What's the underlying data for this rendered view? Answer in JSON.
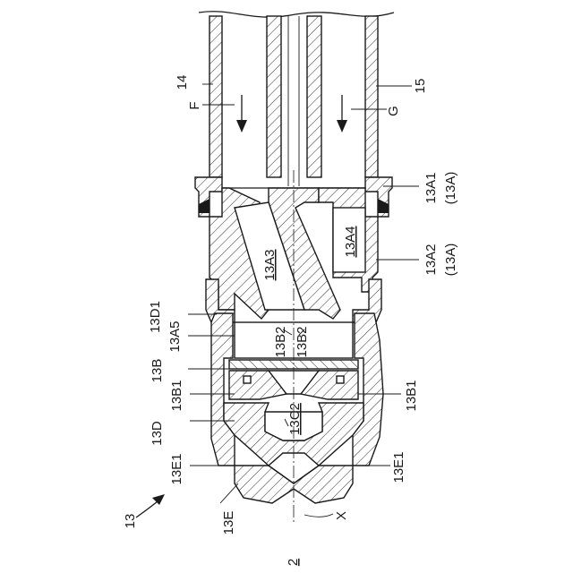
{
  "labels": {
    "pipe_outer": "14",
    "pipe_inner": "15",
    "flow_f": "F",
    "flow_g": "G",
    "part_13a1": "13A1",
    "part_13a1_group": "(13A)",
    "part_13a2": "13A2",
    "part_13a2_group": "(13A)",
    "part_13a3": "13A3",
    "part_13a4": "13A4",
    "part_13d1": "13D1",
    "part_13a5": "13A5",
    "part_13b2_left": "13B2",
    "part_13b2_right": "13B2",
    "part_13b": "13B",
    "part_13b1_left": "13B1",
    "part_13b1_right": "13B1",
    "part_13c2": "13C2",
    "part_13d": "13D",
    "part_13e1_left": "13E1",
    "part_13e1_right": "13E1",
    "part_13e": "13E",
    "axis_x": "X",
    "assembly": "13",
    "sheet": "2"
  }
}
